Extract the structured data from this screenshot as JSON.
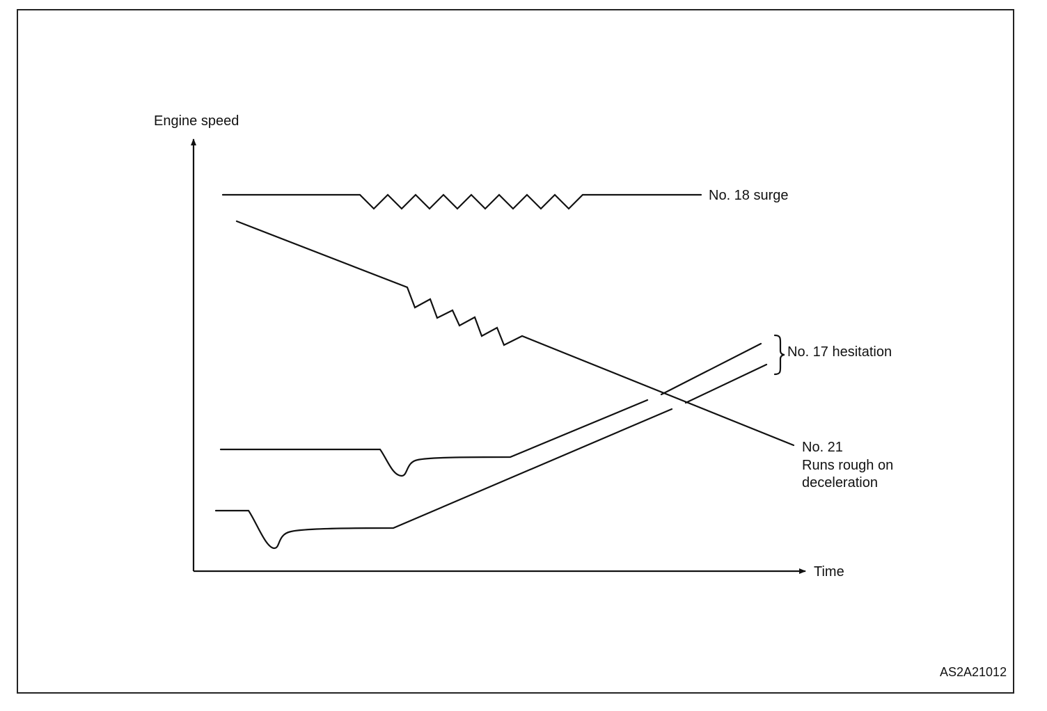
{
  "diagram": {
    "y_axis_label": "Engine speed",
    "x_axis_label": "Time",
    "figure_code": "AS2A21012",
    "curves": [
      {
        "label_lines": [
          "No. 18 surge"
        ],
        "pattern": "flat then regular oscillation then flat"
      },
      {
        "label_lines": [
          "No. 21",
          "Runs rough on",
          "deceleration"
        ],
        "pattern": "steady decline with sawtooth roughness"
      },
      {
        "label_lines": [
          "No. 17 hesitation"
        ],
        "pattern": "dip (hesitation) then rising acceleration, two traces"
      }
    ]
  }
}
